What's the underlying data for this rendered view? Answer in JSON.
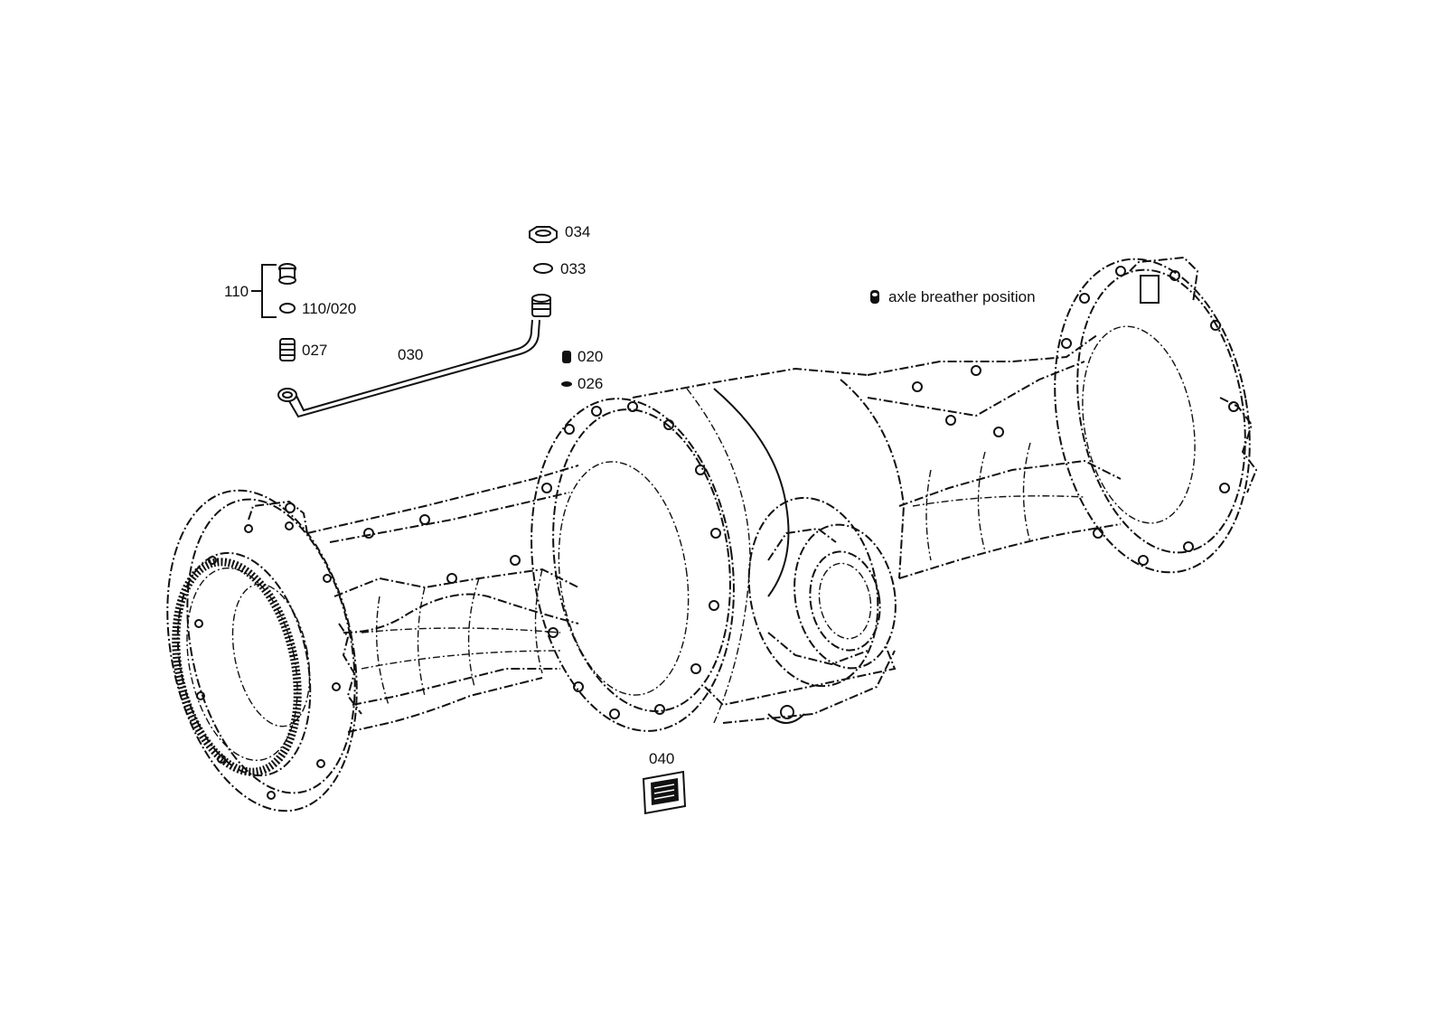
{
  "labels": {
    "group_110": "110",
    "part_110_020": "110/020",
    "part_027": "027",
    "part_030": "030",
    "part_034": "034",
    "part_033": "033",
    "part_020": "020",
    "part_026": "026",
    "part_040": "040",
    "breather_note": "axle breather position"
  },
  "colors": {
    "line": "#111111",
    "background": "#ffffff"
  }
}
